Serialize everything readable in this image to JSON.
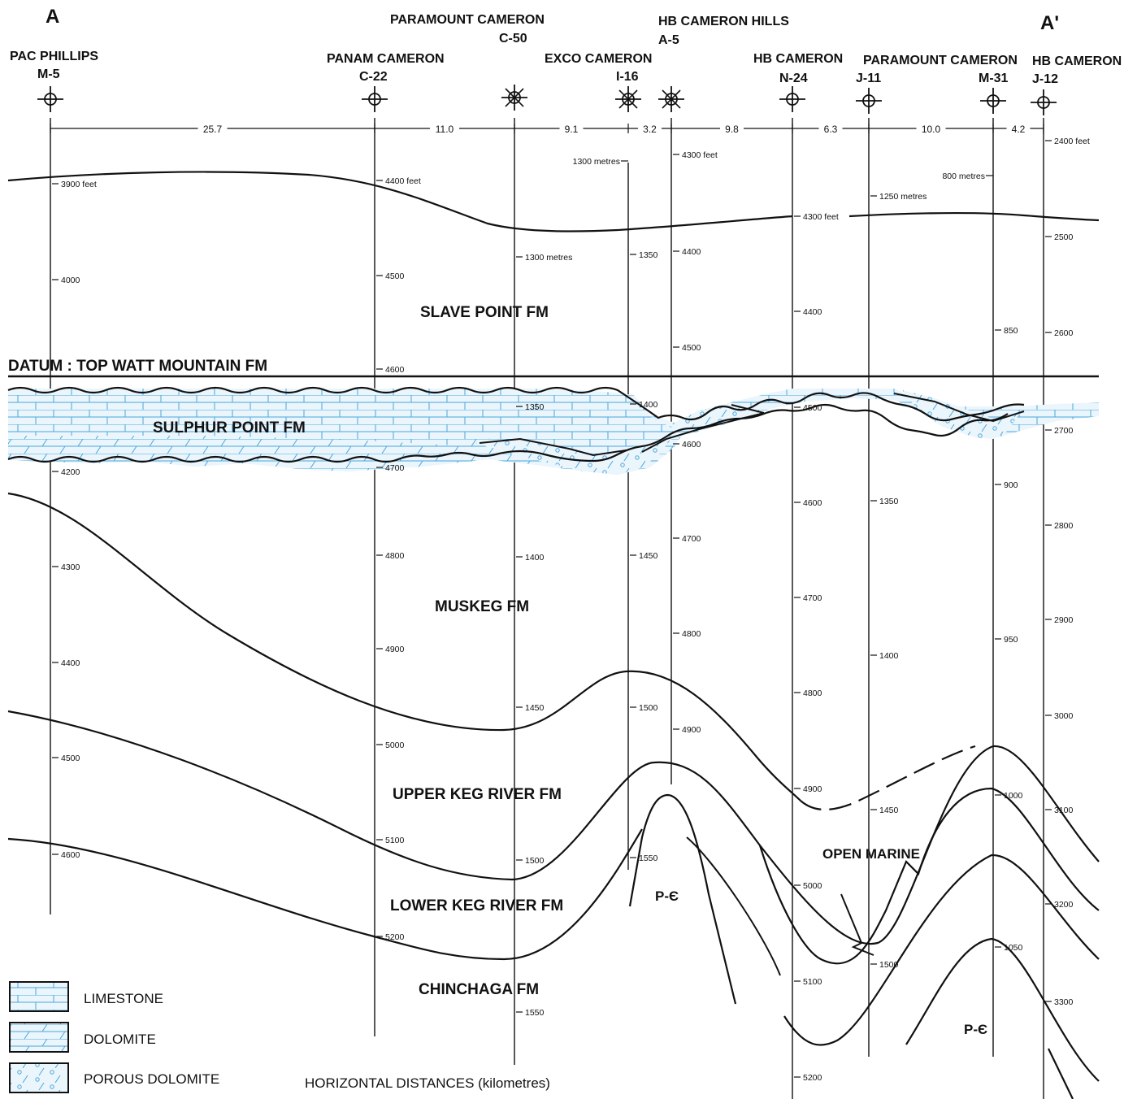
{
  "section_ends": {
    "left": "A",
    "right": "A'"
  },
  "wells": [
    {
      "id": "m5",
      "name": "PAC PHILLIPS",
      "well": "M-5",
      "symbol": "dry"
    },
    {
      "id": "c22",
      "name": "PANAM CAMERON",
      "well": "C-22",
      "symbol": "dry"
    },
    {
      "id": "c50",
      "name": "PARAMOUNT CAMERON",
      "well": "C-50",
      "symbol": "gas"
    },
    {
      "id": "i16",
      "name": "EXCO CAMERON",
      "well": "I-16",
      "symbol": "gas"
    },
    {
      "id": "a5",
      "name": "HB CAMERON HILLS",
      "well": "A-5",
      "symbol": "gas"
    },
    {
      "id": "n24",
      "name": "HB CAMERON",
      "well": "N-24",
      "symbol": "dry"
    },
    {
      "id": "j11",
      "name": "",
      "well": "J-11",
      "symbol": "dry"
    },
    {
      "id": "m31",
      "name": "PARAMOUNT CAMERON",
      "well": "M-31",
      "symbol": "dry"
    },
    {
      "id": "j12",
      "name": "HB CAMERON R",
      "well": "J-12",
      "symbol": "dry"
    }
  ],
  "distances_km": [
    "25.7",
    "11.0",
    "9.1",
    "3.2",
    "9.8",
    "6.3",
    "10.0",
    "4.2"
  ],
  "depth_labels": {
    "m5": [
      "3900 feet",
      "4000",
      "4200",
      "4300",
      "4400",
      "4500",
      "4600"
    ],
    "c22": [
      "4400 feet",
      "4500",
      "4600",
      "4700",
      "4800",
      "4900",
      "5000",
      "5100",
      "5200"
    ],
    "c50": [
      "1300 metres",
      "1350",
      "1400",
      "1450",
      "1500",
      "1550"
    ],
    "i16": [
      "1300 metres",
      "1350",
      "1400",
      "1450",
      "1500",
      "1550"
    ],
    "a5": [
      "4300 feet",
      "4400",
      "4500",
      "4600",
      "4700",
      "4800",
      "4900"
    ],
    "n24": [
      "4300 feet",
      "4400",
      "4500",
      "4600",
      "4700",
      "4800",
      "4900",
      "5000",
      "5100",
      "5200"
    ],
    "j11": [
      "1250 metres",
      "1350",
      "1400",
      "1450",
      "1500"
    ],
    "m31": [
      "800 metres",
      "850",
      "900",
      "950",
      "1000",
      "1050"
    ],
    "j12": [
      "2400 feet",
      "2500",
      "2600",
      "2700",
      "2800",
      "2900",
      "3000",
      "3100",
      "3200",
      "3300"
    ]
  },
  "datum": "DATUM : TOP WATT MOUNTAIN FM",
  "formations": {
    "slave_point": "SLAVE POINT FM",
    "sulphur_point": "SULPHUR POINT FM",
    "muskeg": "MUSKEG FM",
    "upper_keg": "UPPER KEG RIVER FM",
    "lower_keg": "LOWER KEG RIVER FM",
    "chinchaga": "CHINCHAGA FM",
    "open_marine": "OPEN MARINE",
    "precambrian": "P-Є"
  },
  "legend": [
    {
      "key": "limestone",
      "label": "LIMESTONE"
    },
    {
      "key": "dolomite",
      "label": "DOLOMITE"
    },
    {
      "key": "porous",
      "label": "POROUS DOLOMITE"
    }
  ],
  "caption": "HORIZONTAL DISTANCES (kilometres)",
  "colors": {
    "line": "#111111",
    "pattern": "#4aa8dc",
    "fill": "#e6f3fb"
  }
}
